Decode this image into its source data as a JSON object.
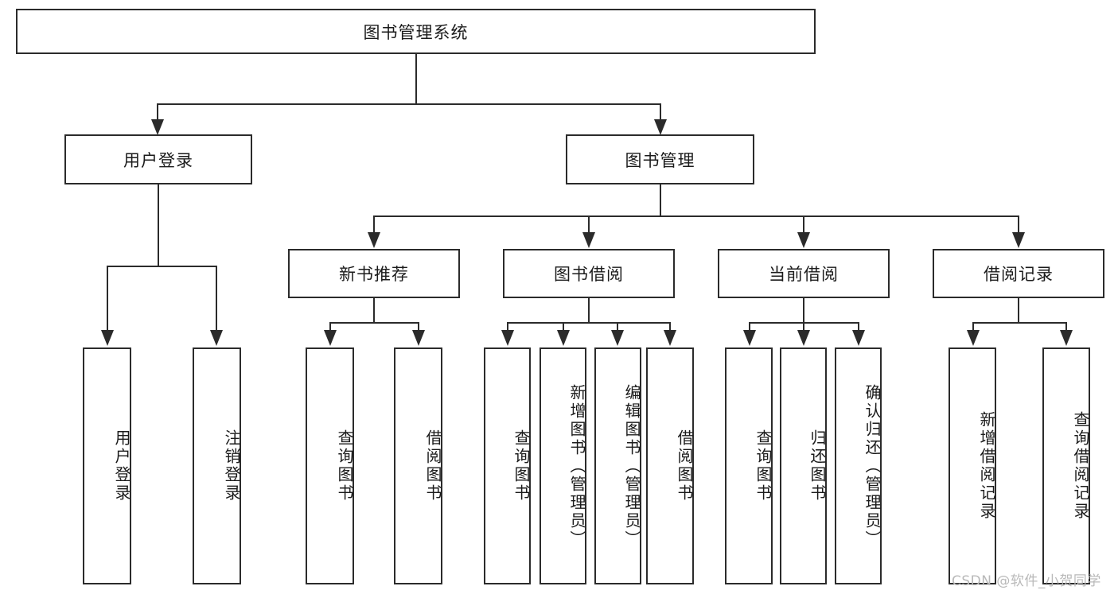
{
  "diagram": {
    "title": "图书管理系统",
    "type": "tree-hierarchy-diagram",
    "root": {
      "id": "root",
      "label": "图书管理系统",
      "orientation": "horizontal"
    },
    "level2": [
      {
        "id": "user-login",
        "label": "用户登录",
        "orientation": "horizontal"
      },
      {
        "id": "book-management",
        "label": "图书管理",
        "orientation": "horizontal"
      }
    ],
    "level3": [
      {
        "id": "new-book-recommend",
        "label": "新书推荐",
        "orientation": "horizontal",
        "parent": "book-management"
      },
      {
        "id": "book-borrow",
        "label": "图书借阅",
        "orientation": "horizontal",
        "parent": "book-management"
      },
      {
        "id": "current-borrow",
        "label": "当前借阅",
        "orientation": "horizontal",
        "parent": "book-management"
      },
      {
        "id": "borrow-record",
        "label": "借阅记录",
        "orientation": "horizontal",
        "parent": "book-management"
      }
    ],
    "leaves": {
      "user_login": [
        {
          "id": "leaf-user-login",
          "label": "用户登录"
        },
        {
          "id": "leaf-logout-login",
          "label": "注销登录"
        }
      ],
      "new_book_recommend": [
        {
          "id": "leaf-query-book-1",
          "label": "查询图书"
        },
        {
          "id": "leaf-borrow-book-1",
          "label": "借阅图书"
        }
      ],
      "book_borrow": [
        {
          "id": "leaf-query-book-2",
          "label": "查询图书"
        },
        {
          "id": "leaf-add-book",
          "label": "新增图书（管理员）"
        },
        {
          "id": "leaf-edit-book",
          "label": "编辑图书（管理员）"
        },
        {
          "id": "leaf-borrow-book-2",
          "label": "借阅图书"
        }
      ],
      "current_borrow": [
        {
          "id": "leaf-query-book-3",
          "label": "查询图书"
        },
        {
          "id": "leaf-return-book",
          "label": "归还图书"
        },
        {
          "id": "leaf-confirm-return",
          "label": "确认归还（管理员）"
        }
      ],
      "borrow_record": [
        {
          "id": "leaf-add-borrow-record",
          "label": "新增借阅记录"
        },
        {
          "id": "leaf-query-borrow-record",
          "label": "查询借阅记录"
        }
      ]
    }
  },
  "watermark": {
    "text": "CSDN @软件_小贺同学"
  },
  "colors": {
    "stroke": "#2b2b2b",
    "fill": "#ffffff",
    "text": "#1b1b1b",
    "watermark": "#b9b9b9"
  }
}
